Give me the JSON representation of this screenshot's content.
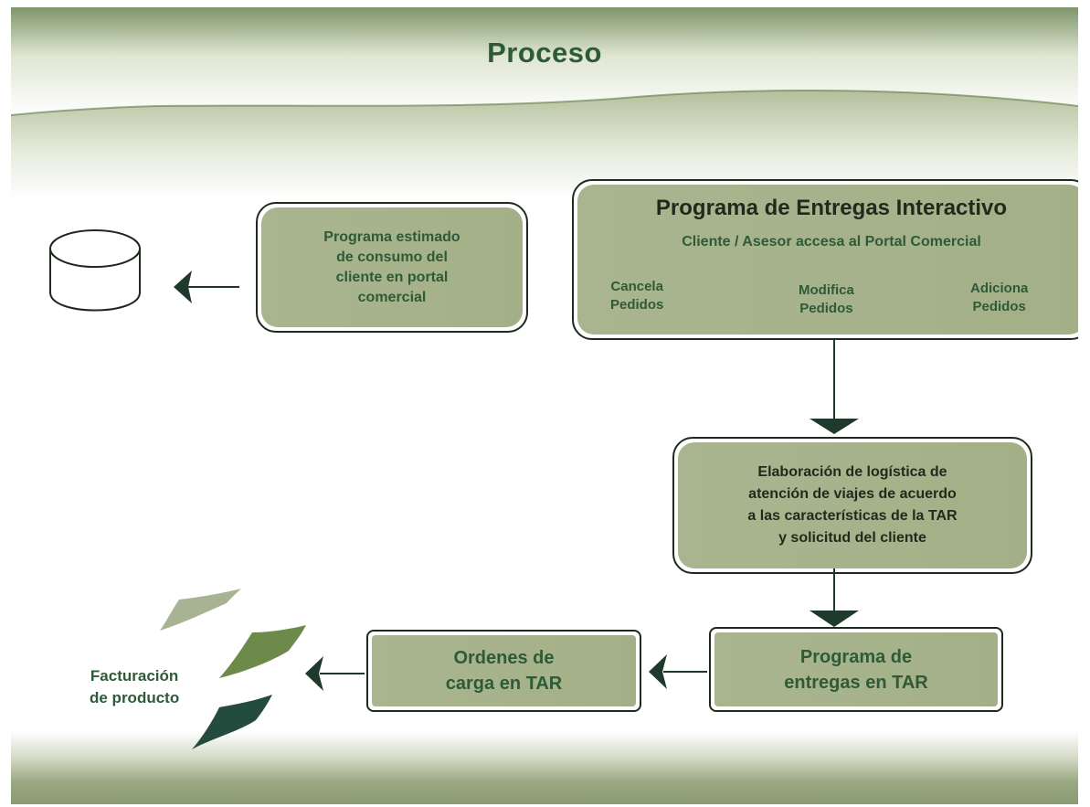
{
  "title": "Proceso",
  "main_box": {
    "title": "Programa de Entregas Interactivo",
    "subtitle": "Cliente / Asesor accesa al Portal Comercial",
    "actions": [
      {
        "line1": "Cancela",
        "line2": "Pedidos"
      },
      {
        "line1": "Modifica",
        "line2": "Pedidos"
      },
      {
        "line1": "Adiciona",
        "line2": "Pedidos"
      }
    ]
  },
  "estimate_box": {
    "lines": [
      "Programa estimado",
      "de consumo del",
      "cliente en portal",
      "comercial"
    ]
  },
  "logistics_box": {
    "lines": [
      "Elaboración de logística de",
      "atención de viajes de acuerdo",
      "a las características de la TAR",
      "y solicitud del cliente"
    ]
  },
  "program_box": {
    "lines": [
      "Programa de",
      "entregas en TAR"
    ]
  },
  "orders_box": {
    "lines": [
      "Ordenes de",
      "carga en TAR"
    ]
  },
  "billing_label": {
    "lines": [
      "Facturación",
      "de producto"
    ]
  },
  "colors": {
    "dark_green": "#2e5a38",
    "box_fill": "#a6b28a",
    "arrow": "#1f3a2c",
    "sheet_light": "#a8b394",
    "sheet_mid": "#6e8a4a",
    "sheet_dark": "#244c3e"
  },
  "icons": [
    "database-icon",
    "billing-sheets-icon"
  ]
}
